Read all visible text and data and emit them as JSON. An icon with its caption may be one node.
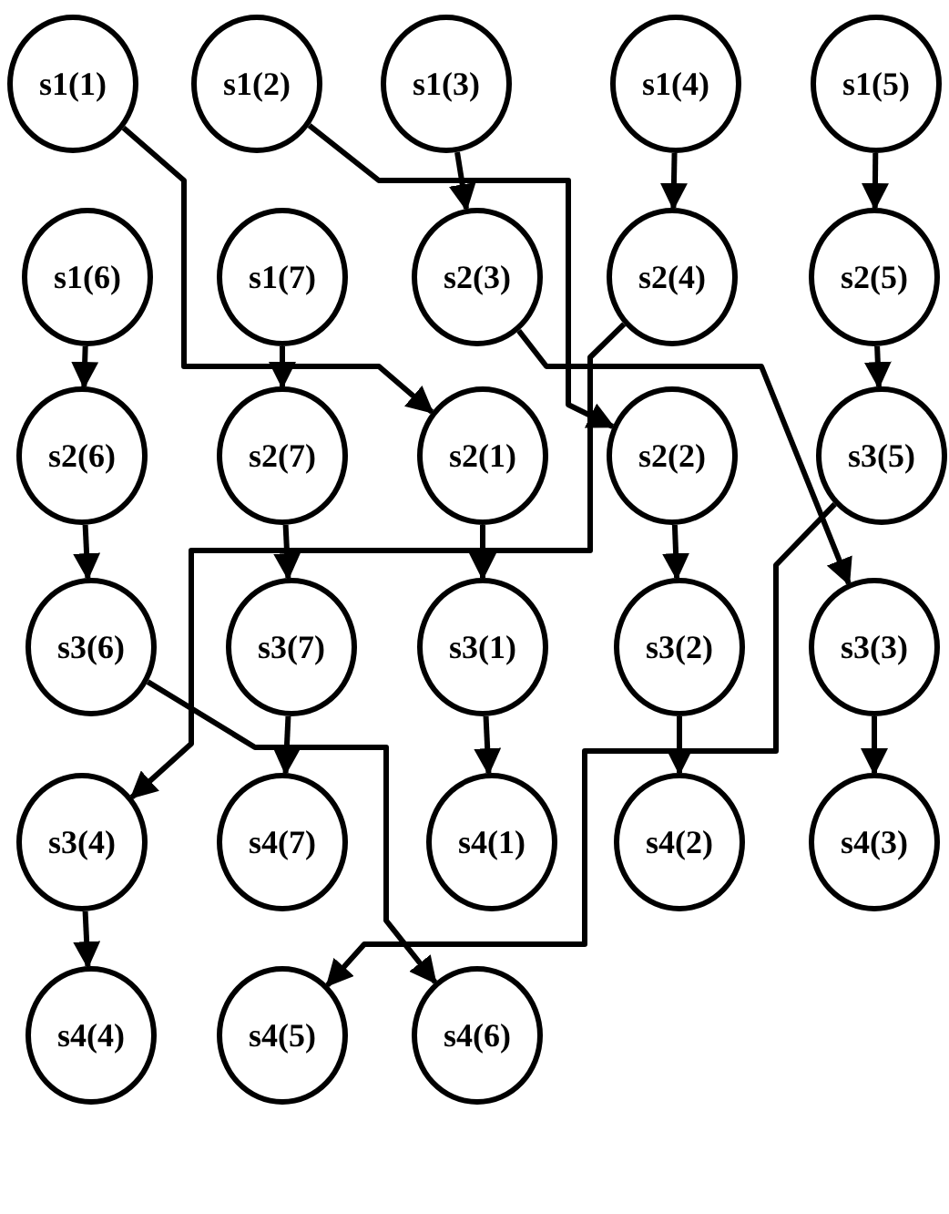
{
  "diagram": {
    "nodes": [
      {
        "text": [
          "s1(1)"
        ]
      },
      {
        "text": [
          "s1(2)"
        ]
      },
      {
        "text": [
          "s1(3)"
        ]
      },
      {
        "text": [
          "s1(4)"
        ]
      },
      {
        "text": [
          "s1(5)"
        ]
      },
      {
        "text": [
          "s1(6)"
        ]
      },
      {
        "text": [
          "s1(7)"
        ]
      },
      {
        "text": [
          "s2(3)"
        ]
      },
      {
        "text": [
          "s2(4)"
        ]
      },
      {
        "text": [
          "s2(5)"
        ]
      },
      {
        "text": [
          "s2(6)"
        ]
      },
      {
        "text": [
          "s2(7)"
        ]
      },
      {
        "text": [
          "s2(1)"
        ]
      },
      {
        "text": [
          "s2(2)"
        ]
      },
      {
        "text": [
          "s3(5)"
        ]
      },
      {
        "text": [
          "s3(6)"
        ]
      },
      {
        "text": [
          "s3(7)"
        ]
      },
      {
        "text": [
          "s3(1)"
        ]
      },
      {
        "text": [
          "s3(2)"
        ]
      },
      {
        "text": [
          "s3(3)"
        ]
      },
      {
        "text": [
          "s3(4)"
        ]
      },
      {
        "text": [
          "s4(7)"
        ]
      },
      {
        "text": [
          "s4(1)"
        ]
      },
      {
        "text": [
          "s4(2)"
        ]
      },
      {
        "text": [
          "s4(3)"
        ]
      },
      {
        "text": [
          "s4(4)"
        ]
      },
      {
        "text": [
          "s4(5)"
        ]
      },
      {
        "text": [
          "s4(6)"
        ]
      }
    ],
    "edges": [
      {
        "from": 0,
        "to": 12,
        "arrow": "to"
      },
      {
        "from": 1,
        "to": 13,
        "arrow": "to"
      },
      {
        "from": 2,
        "to": 7,
        "arrow": "to"
      },
      {
        "from": 3,
        "to": 8,
        "arrow": "to"
      },
      {
        "from": 4,
        "to": 9,
        "arrow": "to"
      },
      {
        "from": 5,
        "to": 10,
        "arrow": "to"
      },
      {
        "from": 6,
        "to": 11,
        "arrow": "to"
      },
      {
        "from": 12,
        "to": 17,
        "arrow": "to"
      },
      {
        "from": 13,
        "to": 18,
        "arrow": "to"
      },
      {
        "from": 7,
        "to": 19,
        "arrow": "to"
      },
      {
        "from": 8,
        "to": 20,
        "arrow": "to"
      },
      {
        "from": 9,
        "to": 14,
        "arrow": "to"
      },
      {
        "from": 10,
        "to": 15,
        "arrow": "to"
      },
      {
        "from": 11,
        "to": 16,
        "arrow": "to"
      },
      {
        "from": 17,
        "to": 22,
        "arrow": "to"
      },
      {
        "from": 18,
        "to": 23,
        "arrow": "to"
      },
      {
        "from": 19,
        "to": 24,
        "arrow": "to"
      },
      {
        "from": 20,
        "to": 25,
        "arrow": "to"
      },
      {
        "from": 14,
        "to": 26,
        "arrow": "to"
      },
      {
        "from": 15,
        "to": 27,
        "arrow": "to"
      },
      {
        "from": 16,
        "to": 21,
        "arrow": "to"
      }
    ]
  }
}
